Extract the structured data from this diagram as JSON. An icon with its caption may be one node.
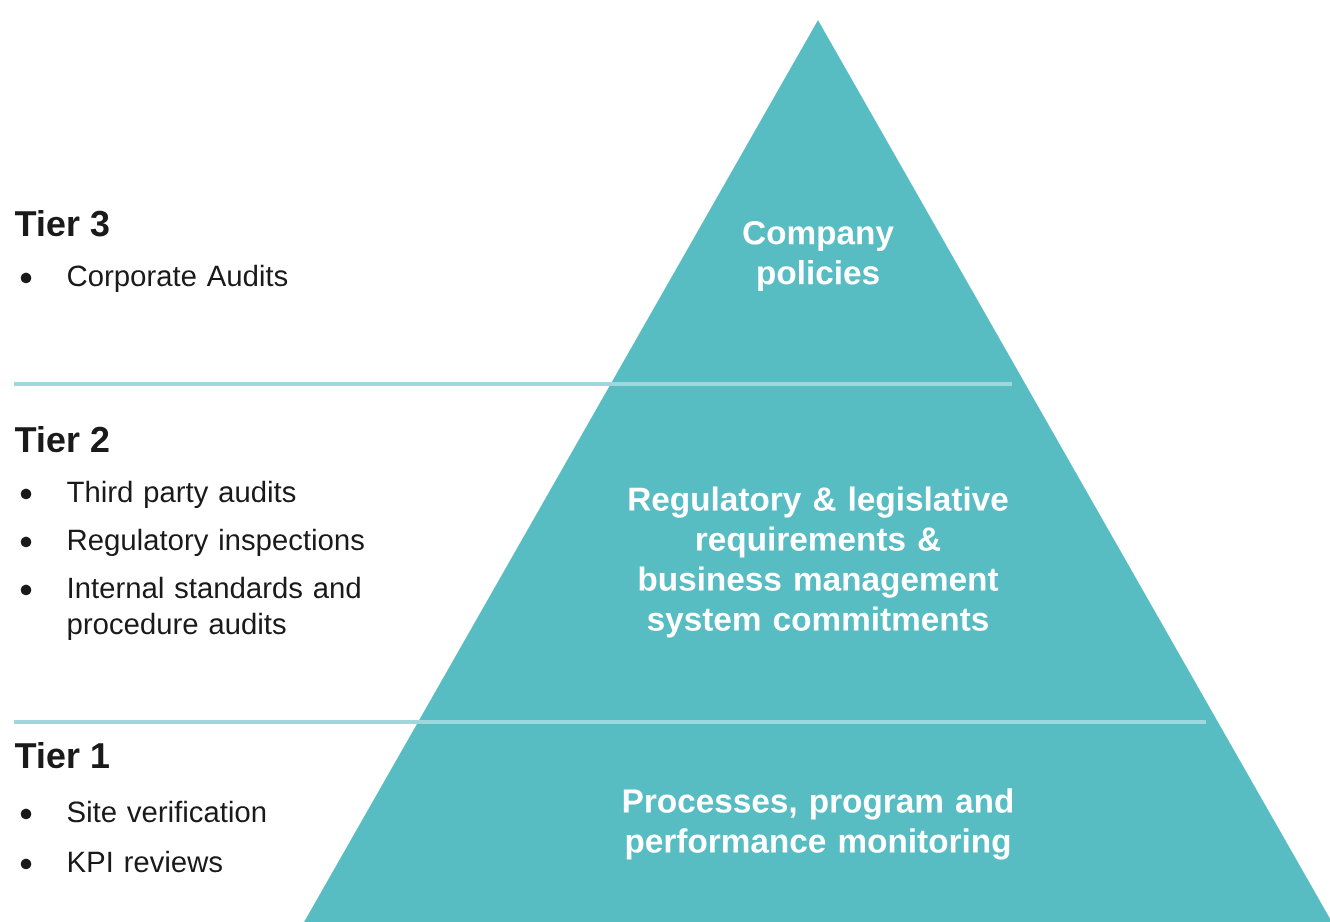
{
  "diagram": {
    "nodes": [
      {
        "text": [
          "Company policies"
        ]
      },
      {
        "text": [
          "Regulatory & legislative requirements & business management system commitments"
        ]
      },
      {
        "text": [
          "Processes, program and performance monitoring"
        ]
      }
    ],
    "labels": [
      "Tier 3",
      "Corporate Audits",
      "Tier 2",
      "Third party audits",
      "Regulatory inspections",
      "Internal standards and procedure audits",
      "Tier 1",
      "Site verification",
      "KPI reviews"
    ]
  }
}
